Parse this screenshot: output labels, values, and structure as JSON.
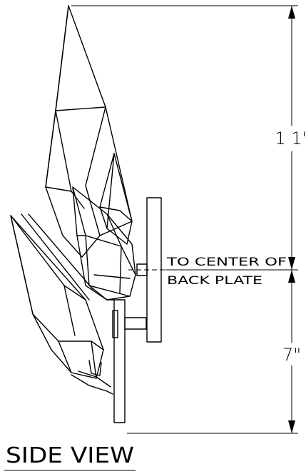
{
  "dimensions": {
    "upper": "1 1\"",
    "lower": "7\""
  },
  "callout": {
    "line1": "TO CENTER OF",
    "line2": "BACK PLATE"
  },
  "view_label": "SIDE VIEW"
}
